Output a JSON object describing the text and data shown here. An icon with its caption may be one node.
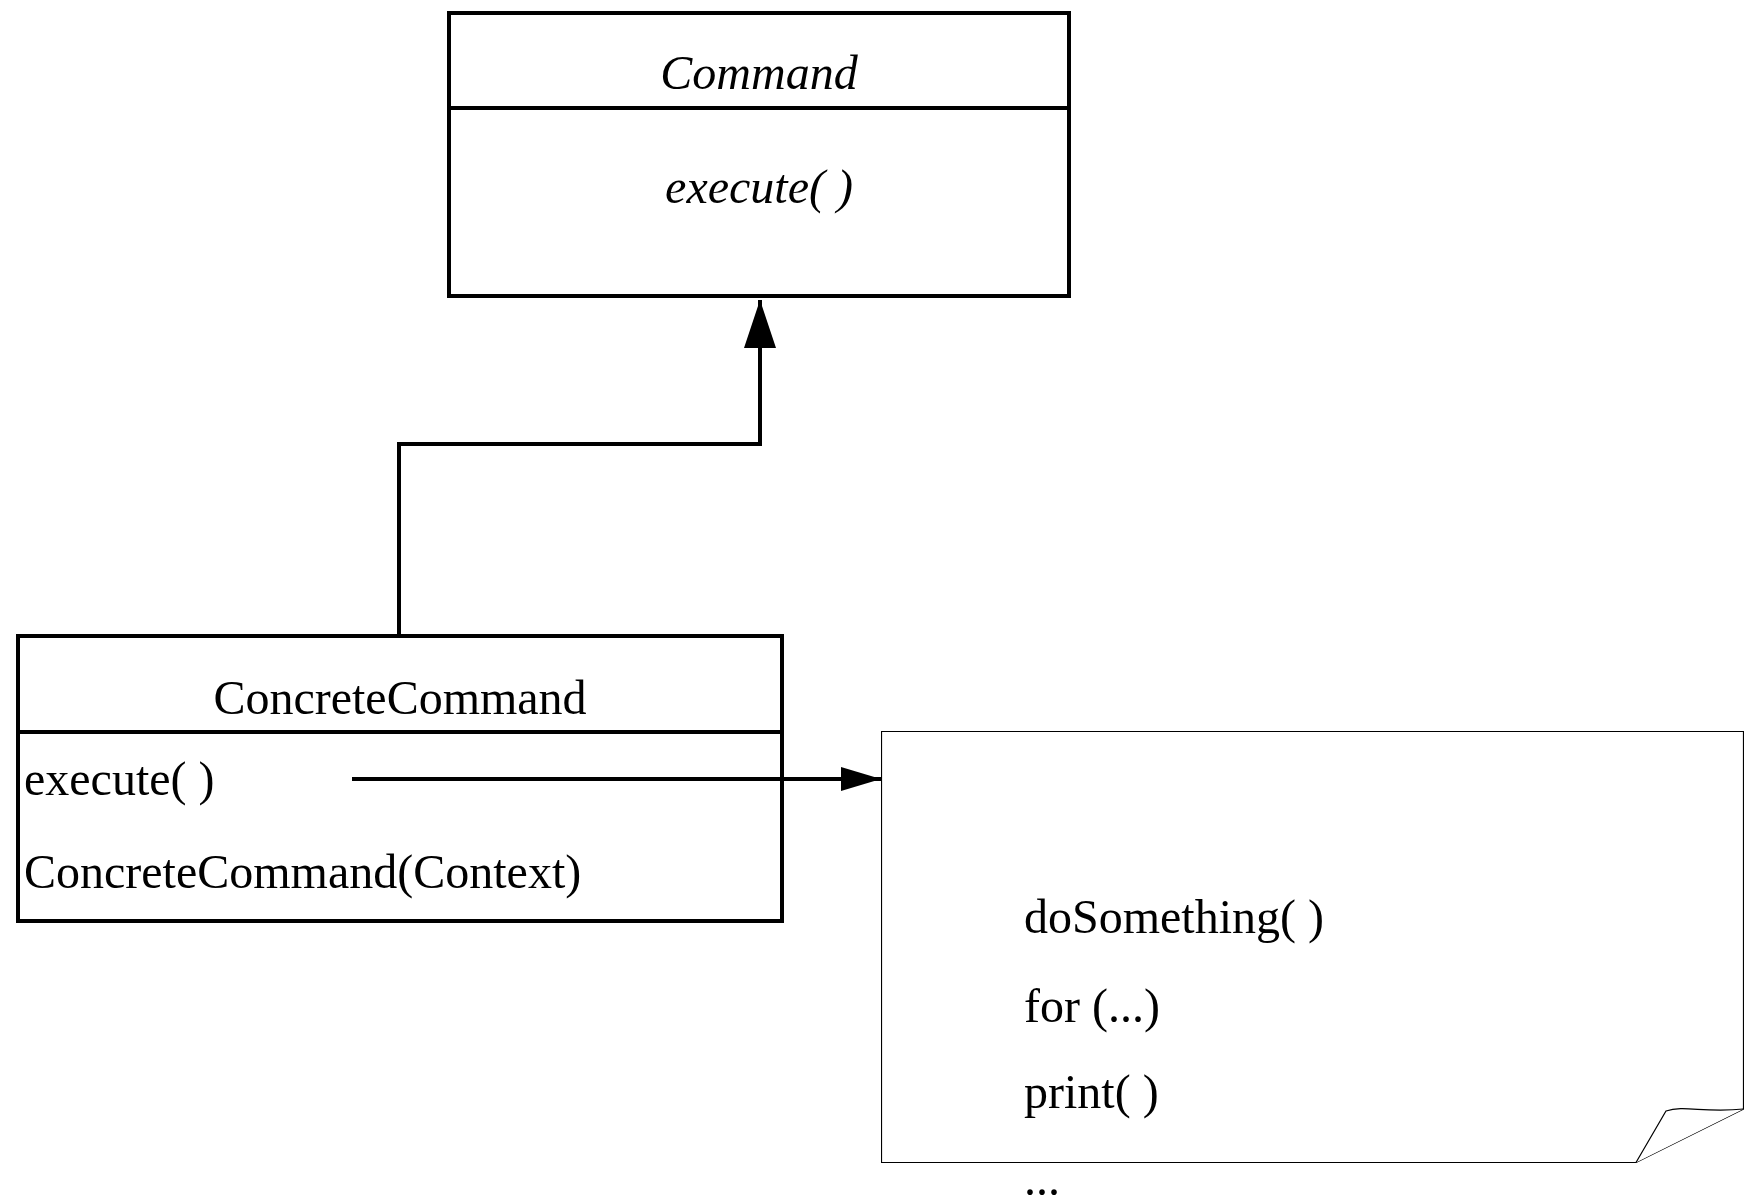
{
  "diagram": {
    "nodes": [
      {
        "text": [
          "Command",
          "execute( )"
        ]
      },
      {
        "text": [
          "ConcreteCommand",
          "ConcreteCommand(Context)"
        ]
      },
      {
        "text": [
          "execute( )"
        ],
        "in": 1
      },
      {
        "text": [
          "doSomething( )",
          "for (...)",
          "print( )"
        ],
        "beside": [
          "..."
        ]
      }
    ],
    "edges": [
      {
        "from": 1,
        "to": 0,
        "arrow": "to"
      },
      {
        "from": 2,
        "to": 3,
        "arrow": "to"
      }
    ]
  }
}
